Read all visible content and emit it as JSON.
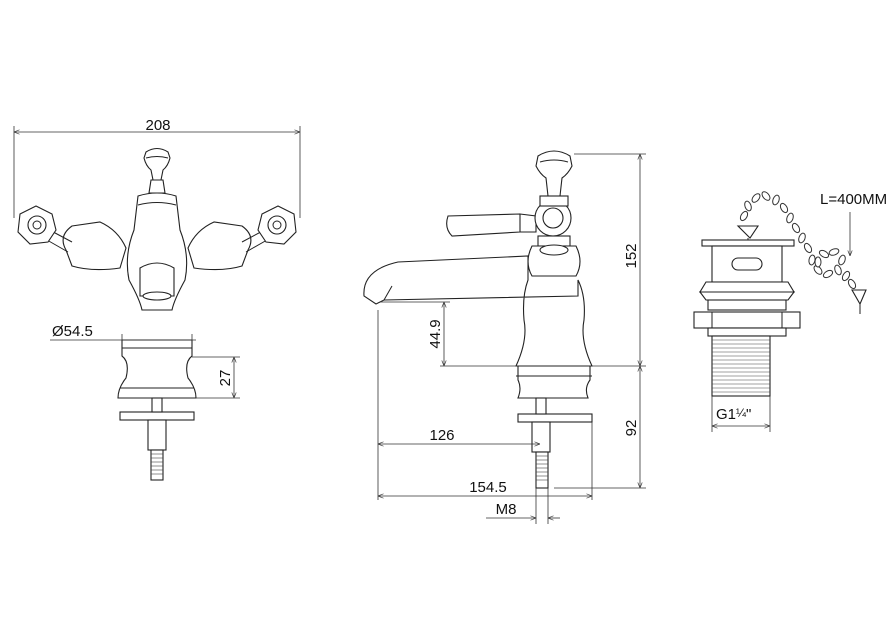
{
  "dimensions": {
    "overall_width": "208",
    "base_diameter": "Ø54.5",
    "base_height": "27",
    "total_height": "152",
    "spout_height": "44.9",
    "spout_reach": "126",
    "overall_depth": "154.5",
    "shank_height": "92",
    "thread_size": "M8",
    "waste_thread_prefix": "G1",
    "waste_thread_fraction": "¼",
    "waste_thread_suffix": "\"",
    "chain_length": "L=400MM"
  }
}
